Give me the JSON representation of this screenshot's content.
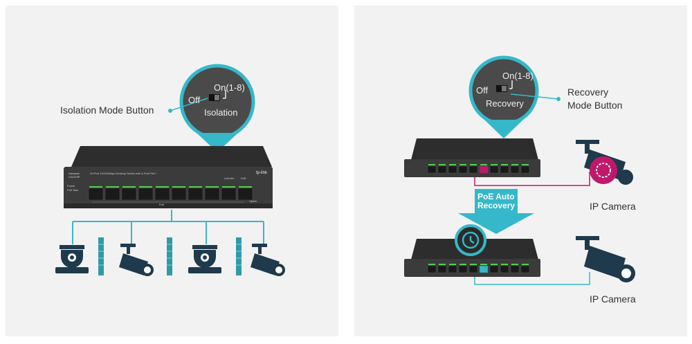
{
  "left_panel": {
    "callout_label": "Isolation Mode Button",
    "switch": {
      "on_label": "On(1-8)",
      "off_label": "Off",
      "mode_label": "Isolation"
    },
    "device": {
      "model_line1": "Litewave",
      "model_line2": "LS1210P",
      "brand": "tp-link",
      "header_text": "10-Port 10/100Mbps Desktop Switch with 8-Port PoE+",
      "led_power": "Power",
      "led_poe_max": "PoE Max",
      "led_link": "Link/Act",
      "led_poe": "PoE",
      "port_group_label": "PoE",
      "uplink_label": "Uplink"
    }
  },
  "right_panel": {
    "callout_label_line1": "Recovery",
    "callout_label_line2": "Mode Button",
    "switch": {
      "on_label": "On(1-8)",
      "off_label": "Off",
      "mode_label": "Recovery"
    },
    "arrow_label_line1": "PoE Auto",
    "arrow_label_line2": "Recovery",
    "camera_top_label": "IP Camera",
    "camera_bottom_label": "IP Camera"
  },
  "colors": {
    "accent_cyan": "#35b8c9",
    "device_dark": "#3a3a3a",
    "icon_navy": "#1e3a4c",
    "alert_magenta": "#c0186a",
    "port_green": "#4fd14f"
  }
}
